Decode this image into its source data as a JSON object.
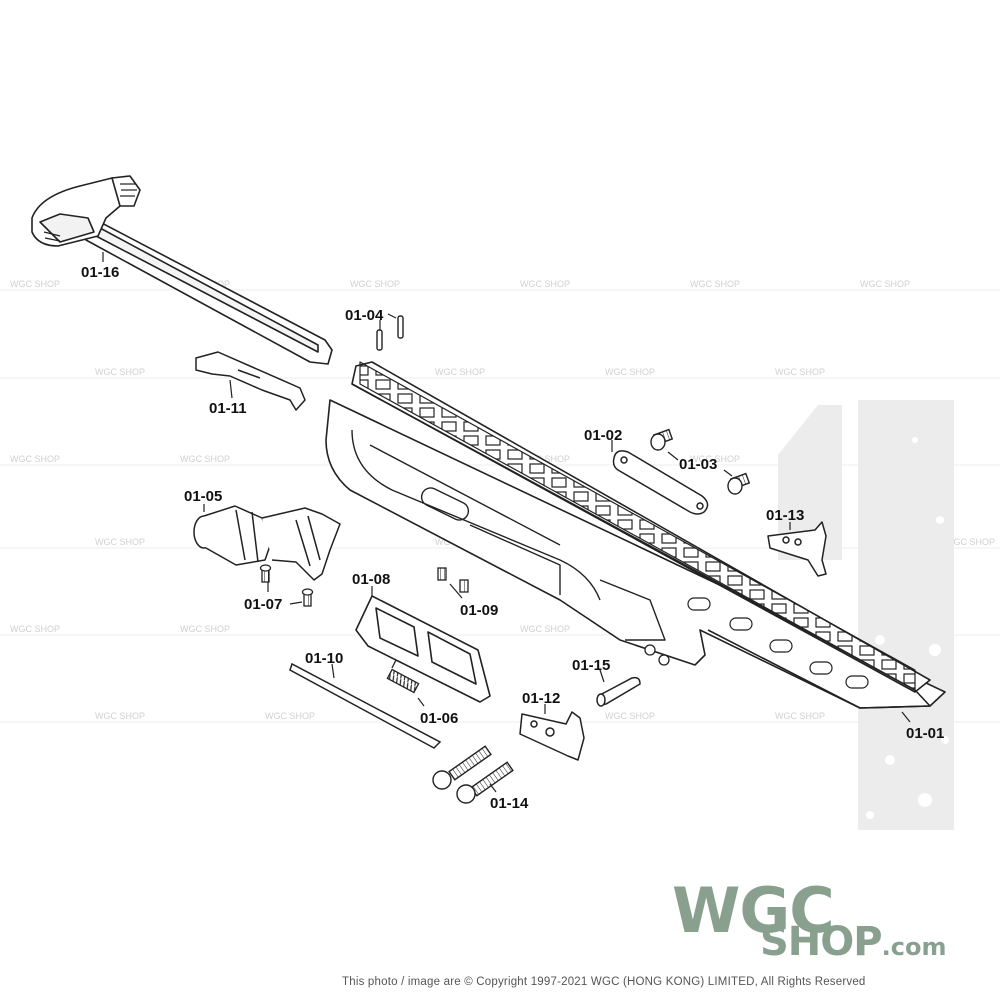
{
  "parts": {
    "p0101": "01-01",
    "p0102": "01-02",
    "p0103": "01-03",
    "p0104": "01-04",
    "p0105": "01-05",
    "p0106": "01-06",
    "p0107": "01-07",
    "p0108": "01-08",
    "p0109": "01-09",
    "p0110": "01-10",
    "p0111": "01-11",
    "p0112": "01-12",
    "p0113": "01-13",
    "p0114": "01-14",
    "p0115": "01-15",
    "p0116": "01-16"
  },
  "watermark": "WGC SHOP",
  "logo": {
    "line1": "WGC",
    "line2": "SHOP",
    "suffix": ".com",
    "color": "#8aa08f"
  },
  "copyright": "This photo / image are © Copyright 1997-2021 WGC (HONG KONG) LIMITED, All Rights Reserved"
}
